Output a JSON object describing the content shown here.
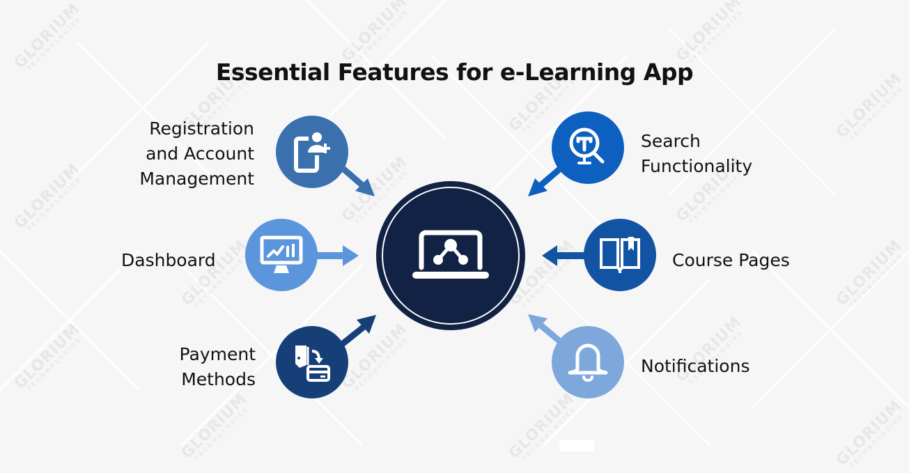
{
  "title": "Essential Features for e-Learning App",
  "watermark": {
    "brand": "GLORIUM",
    "sub": "TECHNOLOGIES"
  },
  "colors": {
    "background": "#f6f6f7",
    "center": "#112244",
    "registration": "#3a70ad",
    "dashboard": "#5b95dc",
    "payment": "#163f78",
    "search": "#0d5fc0",
    "course": "#1254a3",
    "notifications": "#7ea8dc"
  },
  "center": {
    "icon": "laptop-network-icon"
  },
  "features": [
    {
      "id": "registration",
      "label_lines": [
        "Registration",
        "and Account",
        "Management"
      ],
      "icon": "phone-add-user-icon"
    },
    {
      "id": "dashboard",
      "label_lines": [
        "Dashboard"
      ],
      "icon": "monitor-chart-icon"
    },
    {
      "id": "payment",
      "label_lines": [
        "Payment",
        "Methods"
      ],
      "icon": "wallet-card-icon"
    },
    {
      "id": "search",
      "label_lines": [
        "Search",
        "Functionality"
      ],
      "icon": "search-text-icon"
    },
    {
      "id": "course",
      "label_lines": [
        "Course Pages"
      ],
      "icon": "open-book-icon"
    },
    {
      "id": "notifications",
      "label_lines": [
        "Notifications"
      ],
      "icon": "bell-icon"
    }
  ]
}
